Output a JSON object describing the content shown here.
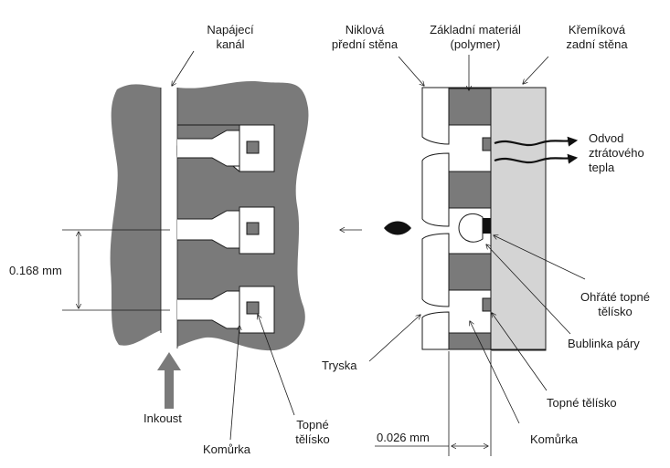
{
  "labels": {
    "supply_channel_line1": "Napájecí",
    "supply_channel_line2": "kanál",
    "nickel_wall_line1": "Niklová",
    "nickel_wall_line2": "přední stěna",
    "base_material_line1": "Základní materiál",
    "base_material_line2": "(polymer)",
    "silicon_wall_line1": "Křemíková",
    "silicon_wall_line2": "zadní stěna",
    "heat_line1": "Odvod",
    "heat_line2": "ztrátového",
    "heat_line3": "tepla",
    "dim_left": "0.168 mm",
    "hot_heater_line1": "Ohřáté topné",
    "hot_heater_line2": "tělísko",
    "bubble": "Bublinka páry",
    "nozzle": "Tryska",
    "heater_right": "Topné tělísko",
    "ink": "Inkoust",
    "heater_left_line1": "Topné",
    "heater_left_line2": "tělísko",
    "chamber_left": "Komůrka",
    "chamber_right": "Komůrka",
    "dim_right": "0.026 mm"
  },
  "colors": {
    "substrate": "#7a7a7a",
    "silicon": "#d4d4d4",
    "outline": "#1a1a1a"
  }
}
